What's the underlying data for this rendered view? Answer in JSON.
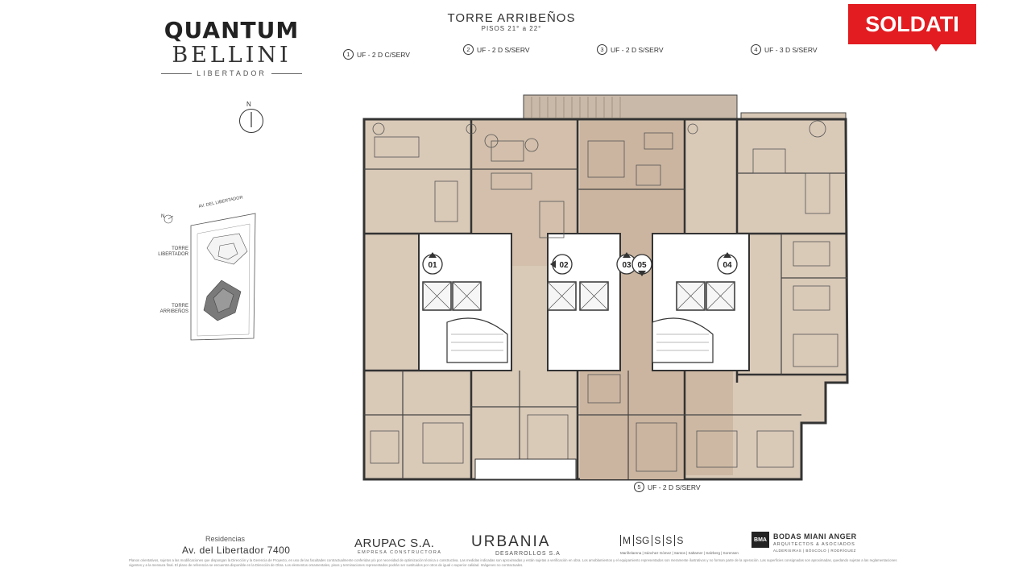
{
  "logo": {
    "line1": "QUANTUM",
    "line2": "BELLINI",
    "line3": "LIBERTADOR"
  },
  "header": {
    "tower": "TORRE  ARRIBEÑOS",
    "floors": "PISOS  21° a 22°",
    "units": [
      {
        "num": "1",
        "label": "UF - 2 D C/SERV"
      },
      {
        "num": "2",
        "label": "UF - 2 D S/SERV"
      },
      {
        "num": "3",
        "label": "UF - 2 D S/SERV"
      },
      {
        "num": "4",
        "label": "UF - 3 D S/SERV"
      }
    ],
    "unit5": {
      "num": "5",
      "label": "UF - 2 D S/SERV"
    }
  },
  "brand": {
    "soldati": "SOLDATI"
  },
  "compass": {
    "north": "N"
  },
  "site_map": {
    "street": "AV. DEL LIBERTADOR",
    "tower_a": [
      "TORRE",
      "LIBERTADOR"
    ],
    "tower_b": [
      "TORRE",
      "ARRIBEÑOS"
    ],
    "north": "N"
  },
  "plan_markers": [
    "01",
    "02",
    "03",
    "05",
    "04"
  ],
  "footer": {
    "residencias": "Residencias",
    "address": "Av. del Libertador  7400",
    "arupac": "ARUPAC S.A.",
    "arupac_sub": "EMPRESA CONSTRUCTORA",
    "urbania": "URBANIA",
    "urbania_sub": "DESARROLLOS S.A",
    "msgsss": [
      "M",
      "SG",
      "S",
      "S",
      "S"
    ],
    "msgsss_sub": "Mariñelarena | Sánchez Gómez | Santos | Saltamer | Salzberg | Sorensen",
    "bma": "BMA",
    "bma_name": "BODAS MIANI ANGER",
    "bma_sub1": "ARQUITECTOS & ASOCIADOS",
    "bma_sub2": "ALDERISIRAS | BÓSCOLO | RODRÍGUEZ",
    "disclaimer": "Planos orientativos, sujetos a las modificaciones que dispongan la Dirección y la Gerencia de Proyecto, en uso de las facultades contractualmente conferidas y/o por necesidad de optimización técnica o constructiva. Las medidas indicadas son aproximadas y están sujetas a verificación en obra. Los amoblamientos y el equipamiento representados son meramente ilustrativos y no forman parte de la operación. Las superficies consignadas son aproximadas, quedando sujetas a las reglamentaciones vigentes y a la mensura final. El plano de referencia se encuentra disponible en la Dirección de Obra. Los elementos ornamentales, pisos y terminaciones representados podrán ser sustituidos por otros de igual o superior calidad. Imágenes no contractuales."
  },
  "colors": {
    "accent": "#e21c21",
    "plan_fill": "#d9c9b7",
    "plan_fill_dark": "#c9b39e",
    "wall": "#333333"
  }
}
